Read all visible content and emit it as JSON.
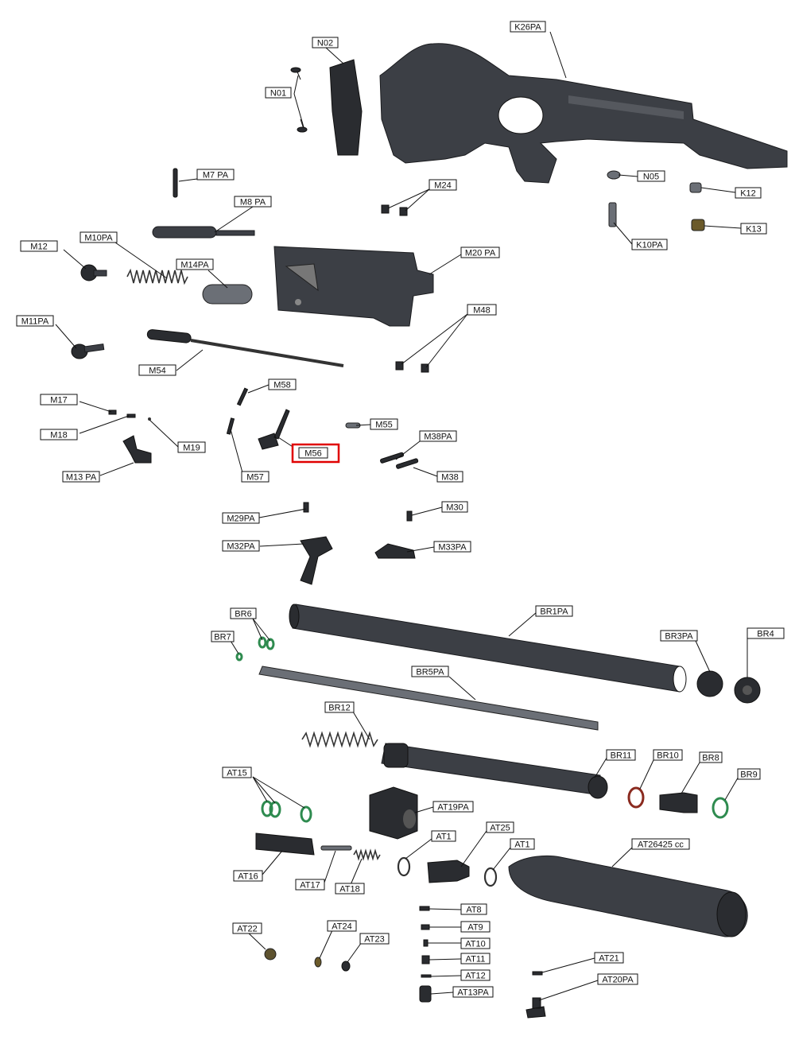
{
  "diagram": {
    "highlighted_part": "M56",
    "labels": [
      {
        "id": "K26PA",
        "text": "K26PA"
      },
      {
        "id": "N02",
        "text": "N02"
      },
      {
        "id": "N01",
        "text": "N01"
      },
      {
        "id": "M7PA",
        "text": "M7 PA"
      },
      {
        "id": "M24",
        "text": "M24"
      },
      {
        "id": "N05",
        "text": "N05"
      },
      {
        "id": "K12",
        "text": "K12"
      },
      {
        "id": "M8PA",
        "text": "M8 PA"
      },
      {
        "id": "K13",
        "text": "K13"
      },
      {
        "id": "K10PA",
        "text": "K10PA"
      },
      {
        "id": "M12",
        "text": "M12"
      },
      {
        "id": "M10PA",
        "text": "M10PA"
      },
      {
        "id": "M14PA",
        "text": "M14PA"
      },
      {
        "id": "M20PA",
        "text": "M20 PA"
      },
      {
        "id": "M11PA",
        "text": "M11PA"
      },
      {
        "id": "M48",
        "text": "M48"
      },
      {
        "id": "M54",
        "text": "M54"
      },
      {
        "id": "M58",
        "text": "M58"
      },
      {
        "id": "M17",
        "text": "M17"
      },
      {
        "id": "M55",
        "text": "M55"
      },
      {
        "id": "M18",
        "text": "M18"
      },
      {
        "id": "M38PA",
        "text": "M38PA"
      },
      {
        "id": "M19",
        "text": "M19"
      },
      {
        "id": "M56",
        "text": "M56"
      },
      {
        "id": "M13PA",
        "text": "M13 PA"
      },
      {
        "id": "M57",
        "text": "M57"
      },
      {
        "id": "M38",
        "text": "M38"
      },
      {
        "id": "M30",
        "text": "M30"
      },
      {
        "id": "M29PA",
        "text": "M29PA"
      },
      {
        "id": "M32PA",
        "text": "M32PA"
      },
      {
        "id": "M33PA",
        "text": "M33PA"
      },
      {
        "id": "BR6",
        "text": "BR6"
      },
      {
        "id": "BR1PA",
        "text": "BR1PA"
      },
      {
        "id": "BR3PA",
        "text": "BR3PA"
      },
      {
        "id": "BR4",
        "text": "BR4"
      },
      {
        "id": "BR7",
        "text": "BR7"
      },
      {
        "id": "BR5PA",
        "text": "BR5PA"
      },
      {
        "id": "BR12",
        "text": "BR12"
      },
      {
        "id": "BR11",
        "text": "BR11"
      },
      {
        "id": "BR10",
        "text": "BR10"
      },
      {
        "id": "BR8",
        "text": "BR8"
      },
      {
        "id": "BR9",
        "text": "BR9"
      },
      {
        "id": "AT15",
        "text": "AT15"
      },
      {
        "id": "AT19PA",
        "text": "AT19PA"
      },
      {
        "id": "AT25",
        "text": "AT25"
      },
      {
        "id": "AT1a",
        "text": "AT1"
      },
      {
        "id": "AT1b",
        "text": "AT1"
      },
      {
        "id": "AT26",
        "text": "AT26425 cc"
      },
      {
        "id": "AT16",
        "text": "AT16"
      },
      {
        "id": "AT17",
        "text": "AT17"
      },
      {
        "id": "AT18",
        "text": "AT18"
      },
      {
        "id": "AT8",
        "text": "AT8"
      },
      {
        "id": "AT9",
        "text": "AT9"
      },
      {
        "id": "AT10",
        "text": "AT10"
      },
      {
        "id": "AT11",
        "text": "AT11"
      },
      {
        "id": "AT12",
        "text": "AT12"
      },
      {
        "id": "AT13PA",
        "text": "AT13PA"
      },
      {
        "id": "AT22",
        "text": "AT22"
      },
      {
        "id": "AT24",
        "text": "AT24"
      },
      {
        "id": "AT23",
        "text": "AT23"
      },
      {
        "id": "AT21",
        "text": "AT21"
      },
      {
        "id": "AT20PA",
        "text": "AT20PA"
      }
    ]
  }
}
